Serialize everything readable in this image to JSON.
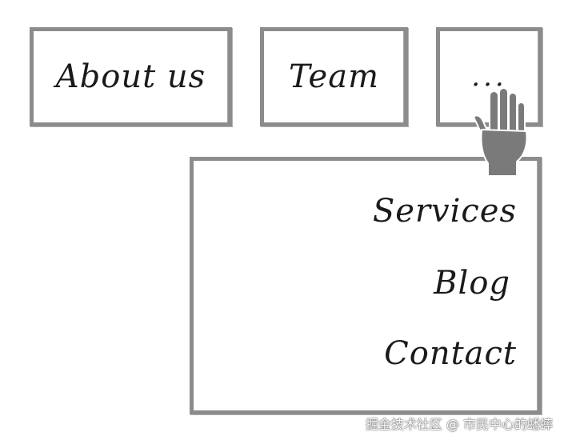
{
  "nav": {
    "about_label": "About us",
    "team_label": "Team",
    "more_label": "..."
  },
  "dropdown": {
    "items": [
      {
        "label": "Services"
      },
      {
        "label": "Blog"
      },
      {
        "label": "Contact"
      }
    ]
  },
  "cursor": {
    "icon": "hand-pointer-icon"
  },
  "watermark": {
    "text": "掘金技术社区 @ 市民中心的蟋蟀"
  },
  "colors": {
    "border": "#8c8c8c",
    "text": "#1a1a1a",
    "hand": "#7a7a7a"
  }
}
